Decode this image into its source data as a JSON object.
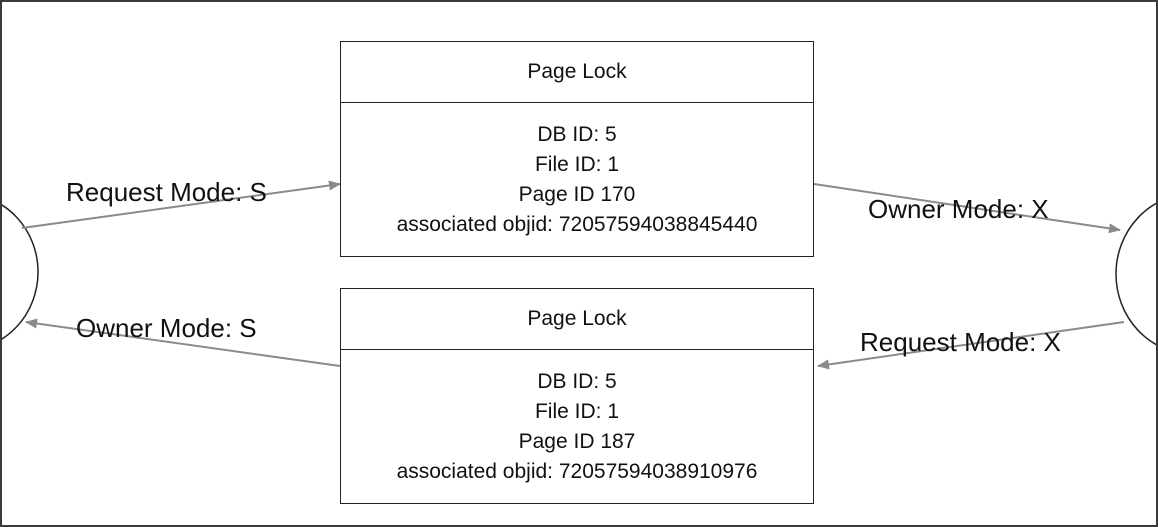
{
  "colors": {
    "arrow": "#8a8a8a",
    "box_border": "#222222",
    "process_border": "#222222"
  },
  "locks": [
    {
      "title": "Page Lock",
      "lines": [
        "DB ID: 5",
        "File ID: 1",
        "Page ID 170",
        "associated objid: 72057594038845440"
      ]
    },
    {
      "title": "Page Lock",
      "lines": [
        "DB ID: 5",
        "File ID: 1",
        "Page ID 187",
        "associated objid: 72057594038910976"
      ]
    }
  ],
  "edges": {
    "left_request": "Request Mode: S",
    "right_owner": "Owner Mode: X",
    "left_owner": "Owner Mode: S",
    "right_request": "Request Mode: X"
  }
}
